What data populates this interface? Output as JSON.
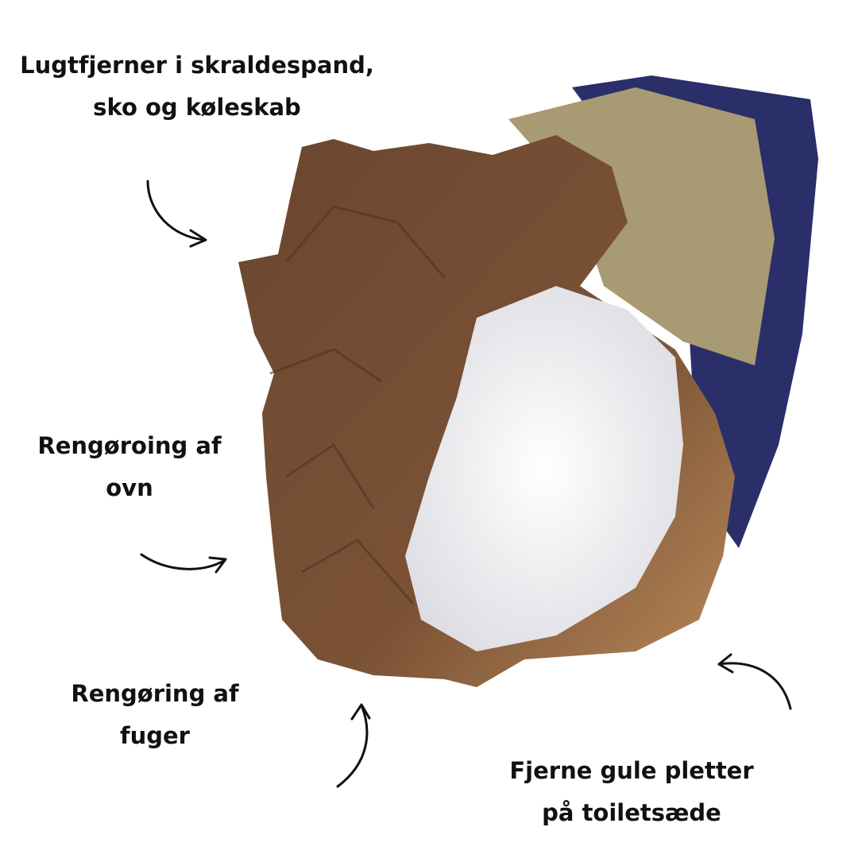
{
  "labels": [
    {
      "lines": [
        "Lugtfjerner i skraldespand,",
        "sko og køleskab"
      ]
    },
    {
      "lines": [
        "Rengøroing af",
        "ovn"
      ]
    },
    {
      "lines": [
        "Rengøring af",
        "fuger"
      ]
    },
    {
      "lines": [
        "Fjerne gule pletter",
        "på toiletsæde"
      ]
    }
  ],
  "colors": {
    "paper_dark": "#6e4a2e",
    "paper_light": "#a87a4e",
    "bag_blue": "#2a2f6a",
    "salt": "#f4f4f6",
    "text": "#111111"
  }
}
